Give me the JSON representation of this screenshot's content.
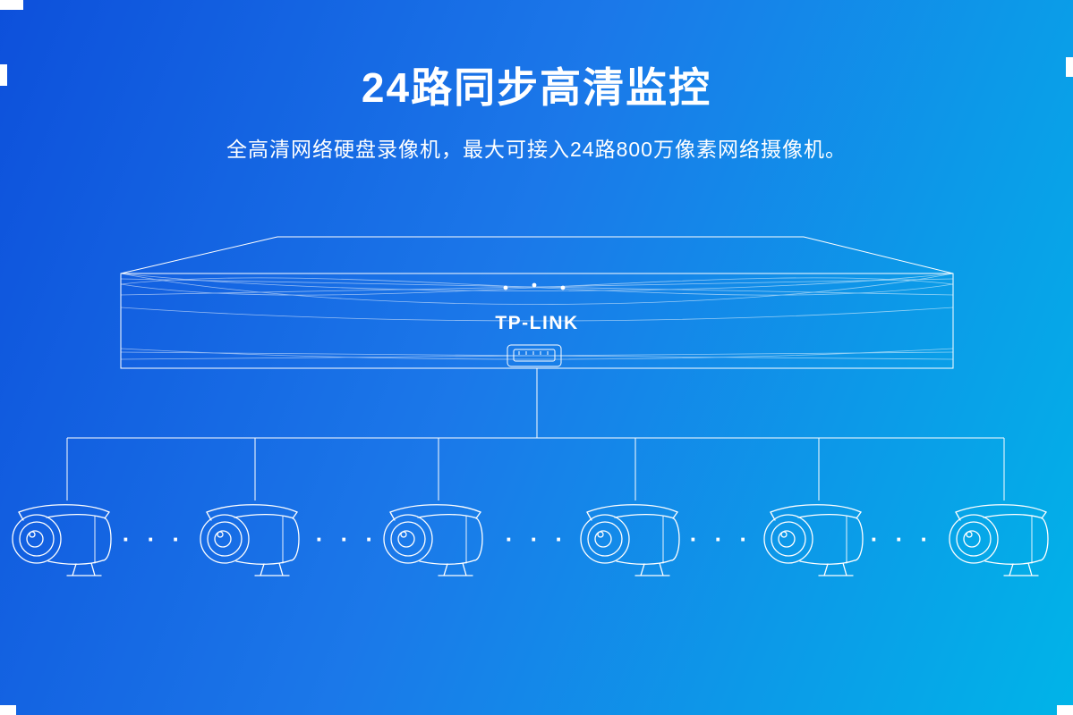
{
  "banner": {
    "title": "24路同步高清监控",
    "subtitle": "全高清网络硬盘录像机，最大可接入24路800万像素网络摄像机。",
    "device_logo": "TP-LINK",
    "separator": "· · ·",
    "cameras_shown": 6,
    "led_count": 3,
    "colors": {
      "bg_gradient_start": "#0d50db",
      "bg_gradient_mid": "#1b78e9",
      "bg_gradient_end": "#00b4e8",
      "line": "#ffffff",
      "text": "#ffffff"
    }
  }
}
